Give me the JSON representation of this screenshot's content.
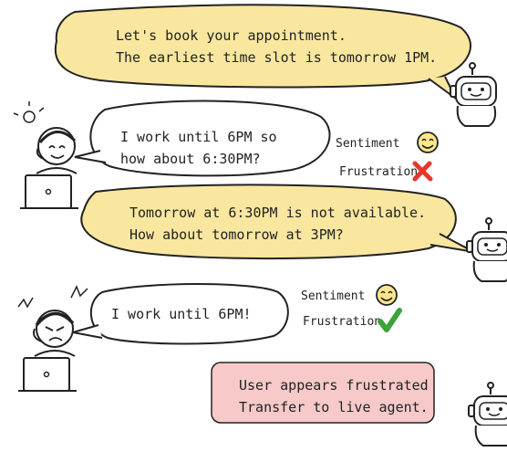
{
  "colors": {
    "bot_bubble": "#f9e79f",
    "user_bubble": "#ffffff",
    "alert_box": "#f7c9c9",
    "outline": "#222222",
    "emoji_face": "#fde68a",
    "cross": "#e5392b",
    "check": "#3aa33a"
  },
  "messages": [
    {
      "speaker": "bot",
      "lines": [
        "Let's book your appointment.",
        "The earliest time slot is tomorrow 1PM."
      ]
    },
    {
      "speaker": "user",
      "lines": [
        "I work until 6PM so",
        "how about 6:30PM?"
      ],
      "indicators": {
        "sentiment_label": "Sentiment",
        "sentiment_icon": "smiling-face-icon",
        "frustration_label": "Frustration",
        "frustration_icon": "red-cross-icon"
      }
    },
    {
      "speaker": "bot",
      "lines": [
        "Tomorrow at 6:30PM is not available.",
        "How about tomorrow at 3PM?"
      ]
    },
    {
      "speaker": "user",
      "lines": [
        "I work until 6PM!"
      ],
      "indicators": {
        "sentiment_label": "Sentiment",
        "sentiment_icon": "smiling-face-icon",
        "frustration_label": "Frustration",
        "frustration_icon": "green-check-icon"
      }
    },
    {
      "speaker": "system",
      "lines": [
        "User appears frustrated",
        "Transfer to live agent."
      ]
    }
  ]
}
